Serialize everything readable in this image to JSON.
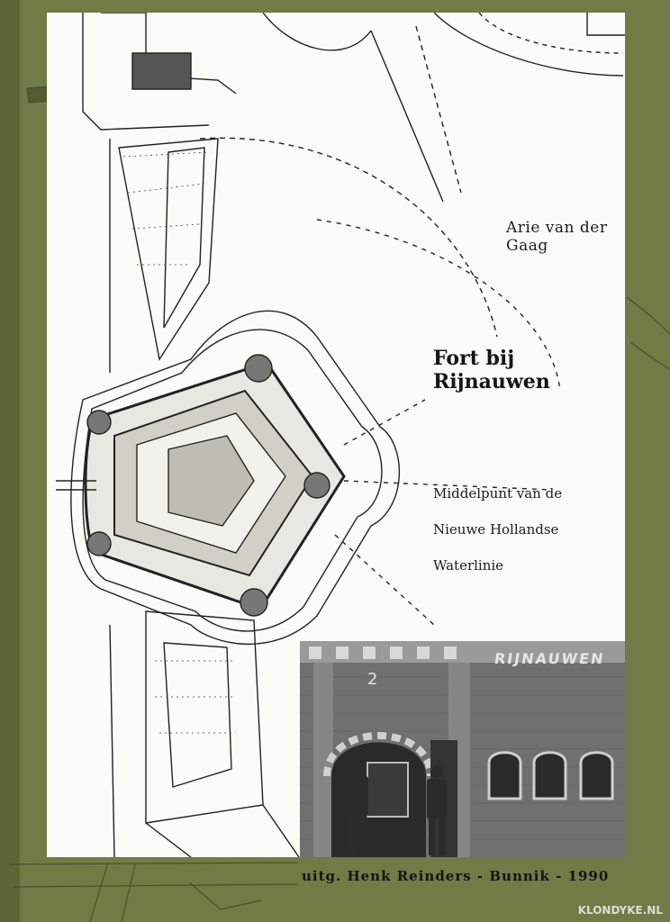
{
  "book": {
    "author": "Arie van der Gaag",
    "title": "Fort bij Rijnauwen",
    "subtitle_lines": [
      "Middelpunt van de",
      "Nieuwe Hollandse",
      "Waterlinie"
    ],
    "publisher_line": "uitg. Henk Reinders - Bunnik - 1990"
  },
  "photo": {
    "wall_lettering": "RIJNAUWEN",
    "door_number": "2"
  },
  "watermark": {
    "site": "KLONDYKE.NL"
  },
  "colors": {
    "cover": "#707b46",
    "page": "#fbfbf8",
    "ink": "#151515",
    "photo_brick": "#6a6a6a"
  }
}
